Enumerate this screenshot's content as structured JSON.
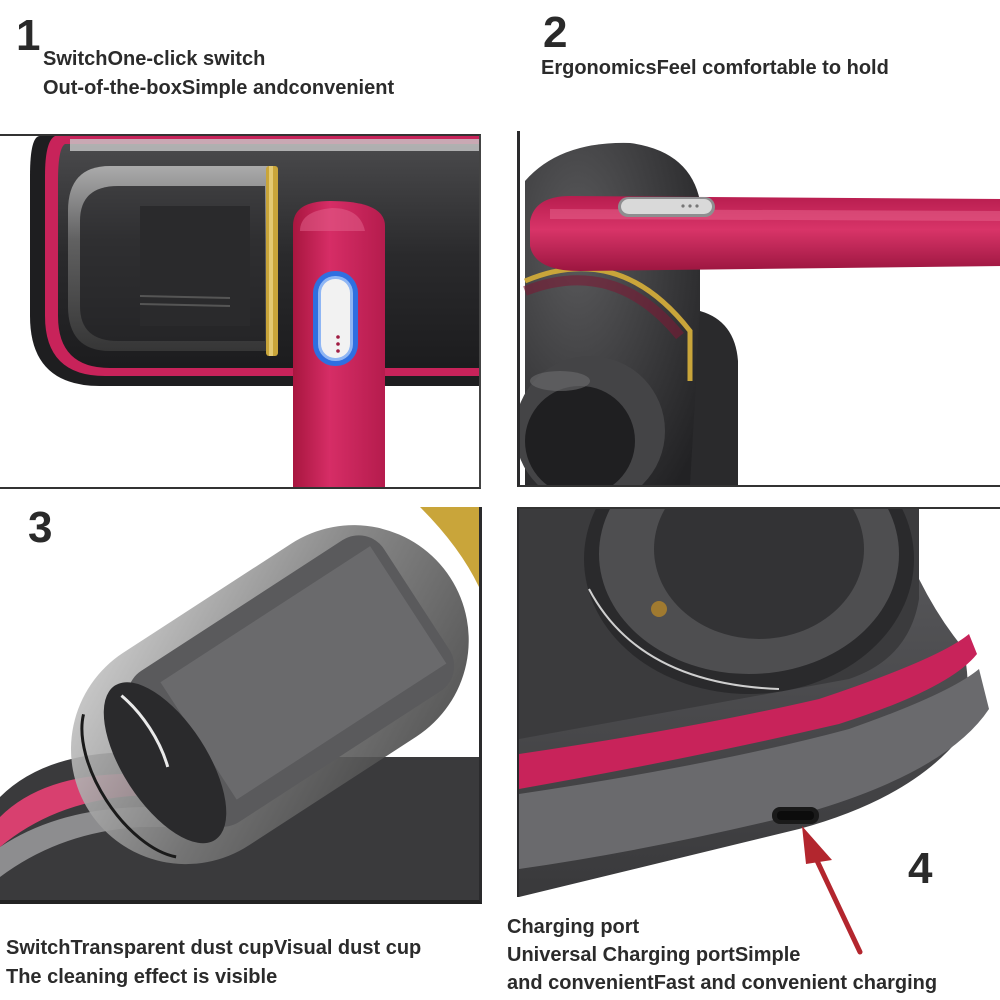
{
  "panels": [
    {
      "number": "1",
      "caption_lines": [
        "SwitchOne-click switch",
        "Out-of-the-boxSimple andconvenient"
      ],
      "subject": "handle-power-button-closeup"
    },
    {
      "number": "2",
      "caption_lines": [
        "ErgonomicsFeel comfortable to hold"
      ],
      "subject": "ergonomic-handle-closeup"
    },
    {
      "number": "3",
      "caption_lines": [
        "SwitchTransparent dust cupVisual dust cup",
        "The cleaning effect is visible"
      ],
      "subject": "transparent-dust-cup-closeup"
    },
    {
      "number": "4",
      "caption_lines": [
        "Charging port",
        "Universal Charging portSimple",
        "and convenientFast and convenient charging"
      ],
      "subject": "charging-port-closeup"
    }
  ],
  "colors": {
    "accent_magenta": "#c8235a",
    "body_dark": "#3a3a3c",
    "body_mid": "#5b5b5e",
    "gold_ring": "#c9a53a",
    "button_blue_ring": "#2f6fe0",
    "arrow_red": "#b3262e",
    "text": "#2b2b2b"
  }
}
